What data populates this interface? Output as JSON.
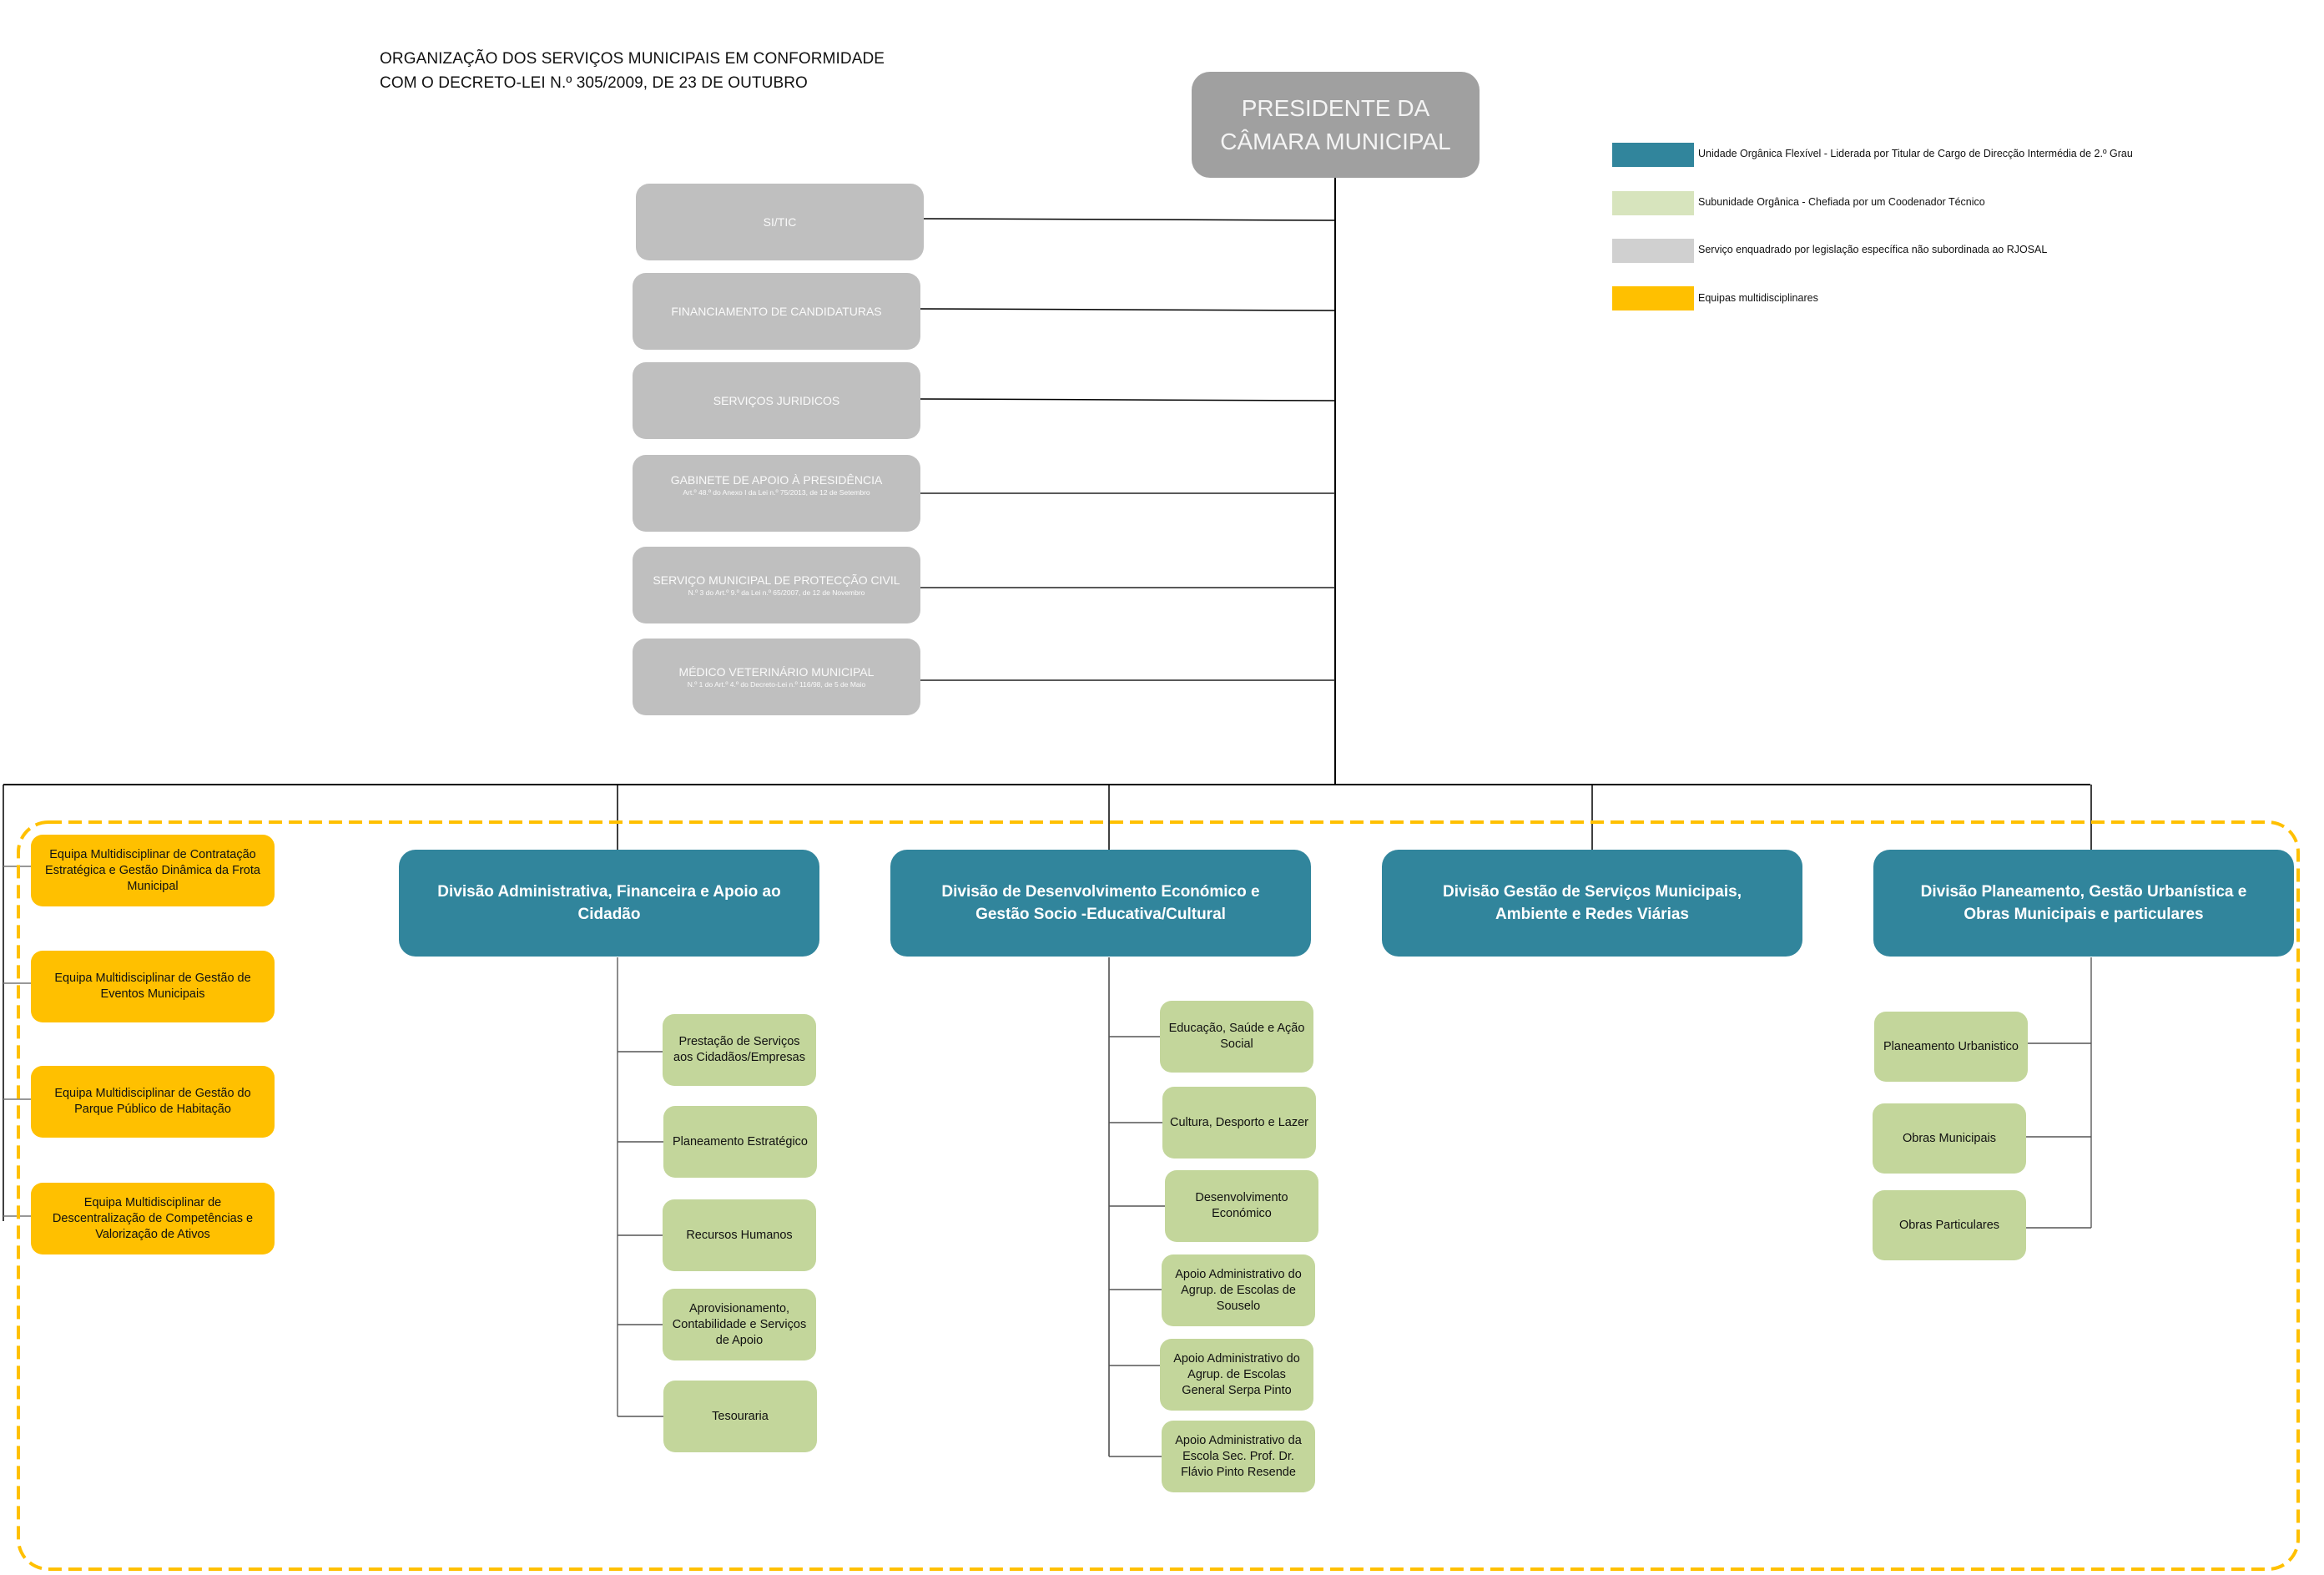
{
  "title": {
    "line1": "ORGANIZAÇÃO DOS SERVIÇOS MUNICIPAIS EM CONFORMIDADE",
    "line2": "COM O DECRETO-LEI N.º 305/2009, DE 23 DE OUTUBRO"
  },
  "president": {
    "line1": "PRESIDENTE DA",
    "line2": "CÂMARA MUNICIPAL"
  },
  "legend": [
    {
      "color": "#31859c",
      "label": "Unidade Orgânica Flexível - Liderada por Titular de Cargo de Direcção Intermédia de 2.º Grau"
    },
    {
      "color": "#d7e4bd",
      "label": "Subunidade Orgânica - Chefiada por um Coodenador Técnico"
    },
    {
      "color": "#d0d0d0",
      "label": "Serviço enquadrado por legislação específica não subordinada ao RJOSAL"
    },
    {
      "color": "#ffc000",
      "label": "Equipas multidisciplinares"
    }
  ],
  "staff_services": [
    {
      "label": "SI/TIC",
      "note": ""
    },
    {
      "label": "FINANCIAMENTO DE CANDIDATURAS",
      "note": ""
    },
    {
      "label": "SERVIÇOS JURIDICOS",
      "note": ""
    },
    {
      "label": "GABINETE DE APOIO À PRESIDÊNCIA",
      "note": "Art.º 48.º do Anexo I da Lei n.º 75/2013, de 12 de Setembro"
    },
    {
      "label": "SERVIÇO MUNICIPAL DE PROTECÇÃO CIVIL",
      "note": "N.º 3 do Art.º 9.º da Lei n.º 65/2007, de 12 de Novembro"
    },
    {
      "label": "MÉDICO VETERINÁRIO MUNICIPAL",
      "note": "N.º 1 do Art.º 4.º do Decreto-Lei n.º 116/98, de 5 de Maio"
    }
  ],
  "teams": [
    {
      "label": "Equipa Multidisciplinar de Contratação Estratégica e Gestão Dinâmica da Frota Municipal"
    },
    {
      "label": "Equipa Multidisciplinar de Gestão de Eventos Municipais"
    },
    {
      "label": "Equipa Multidisciplinar de Gestão do Parque Público de Habitação"
    },
    {
      "label": "Equipa Multidisciplinar de Descentralização de Competências e Valorização de Ativos"
    }
  ],
  "divisions": [
    {
      "label": "Divisão Administrativa, Financeira e Apoio ao Cidadão",
      "subunits": [
        {
          "label": "Prestação de Serviços aos Cidadãos/Empresas"
        },
        {
          "label": "Planeamento Estratégico"
        },
        {
          "label": "Recursos Humanos"
        },
        {
          "label": "Aprovisionamento, Contabilidade e Serviços de Apoio"
        },
        {
          "label": "Tesouraria"
        }
      ]
    },
    {
      "label": "Divisão de Desenvolvimento Económico e Gestão Socio -Educativa/Cultural",
      "subunits": [
        {
          "label": "Educação, Saúde e Ação Social"
        },
        {
          "label": "Cultura, Desporto e Lazer"
        },
        {
          "label": "Desenvolvimento Económico"
        },
        {
          "label": "Apoio Administrativo do Agrup. de Escolas de Souselo"
        },
        {
          "label": "Apoio Administrativo do Agrup. de Escolas General Serpa Pinto"
        },
        {
          "label": "Apoio Administrativo da Escola Sec. Prof. Dr. Flávio Pinto Resende"
        }
      ]
    },
    {
      "label": "Divisão Gestão de Serviços Municipais, Ambiente e Redes Viárias",
      "subunits": []
    },
    {
      "label": "Divisão Planeamento, Gestão Urbanística e Obras Municipais e particulares",
      "subunits": [
        {
          "label": "Planeamento Urbanistico"
        },
        {
          "label": "Obras Municipais"
        },
        {
          "label": "Obras Particulares"
        }
      ]
    }
  ]
}
